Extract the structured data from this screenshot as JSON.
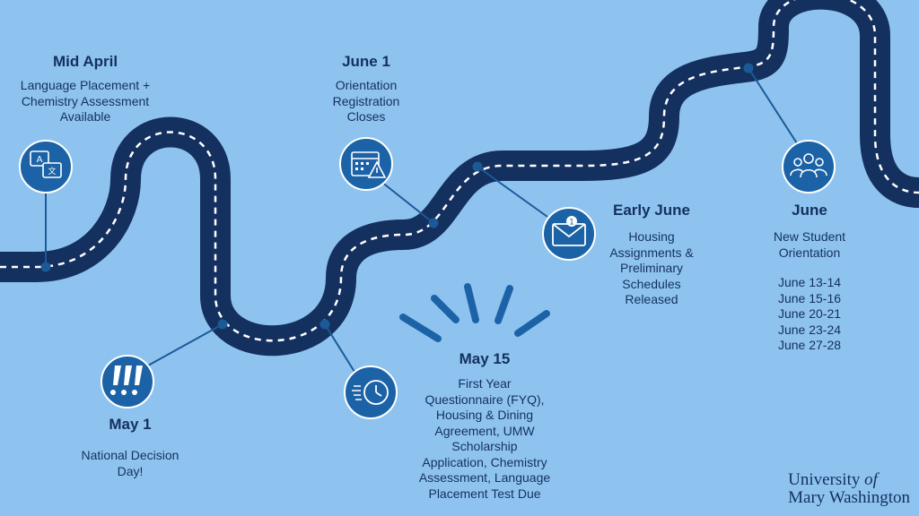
{
  "milestones": [
    {
      "title": "Mid April",
      "desc": "Language Placement +\nChemistry Assessment\nAvailable",
      "icon": "translate-icon"
    },
    {
      "title": "May 1",
      "desc": "National Decision\nDay!",
      "icon": "exclamation-icon"
    },
    {
      "title": "June 1",
      "desc": "Orientation\nRegistration\nCloses",
      "icon": "calendar-warning-icon"
    },
    {
      "title": "May 15",
      "desc": "First Year\nQuestionnaire (FYQ),\nHousing & Dining\nAgreement, UMW\nScholarship\nApplication, Chemistry\nAssessment, Language\nPlacement Test Due",
      "icon": "clock-icon"
    },
    {
      "title": "Early June",
      "desc": "Housing\nAssignments &\nPreliminary\nSchedules\nReleased",
      "icon": "mail-notification-icon"
    },
    {
      "title": "June",
      "desc": "New Student\nOrientation",
      "icon": "group-icon",
      "dates": [
        "June 13-14",
        "June 15-16",
        "June 20-21",
        "June 23-24",
        "June 27-28"
      ]
    }
  ],
  "brand": {
    "line1_a": "University ",
    "line1_b": "of",
    "line2": "Mary Washington"
  },
  "colors": {
    "background": "#8ec3f0",
    "road": "#14305f",
    "dash": "#ffffff",
    "icon_fill": "#1b63a6"
  }
}
